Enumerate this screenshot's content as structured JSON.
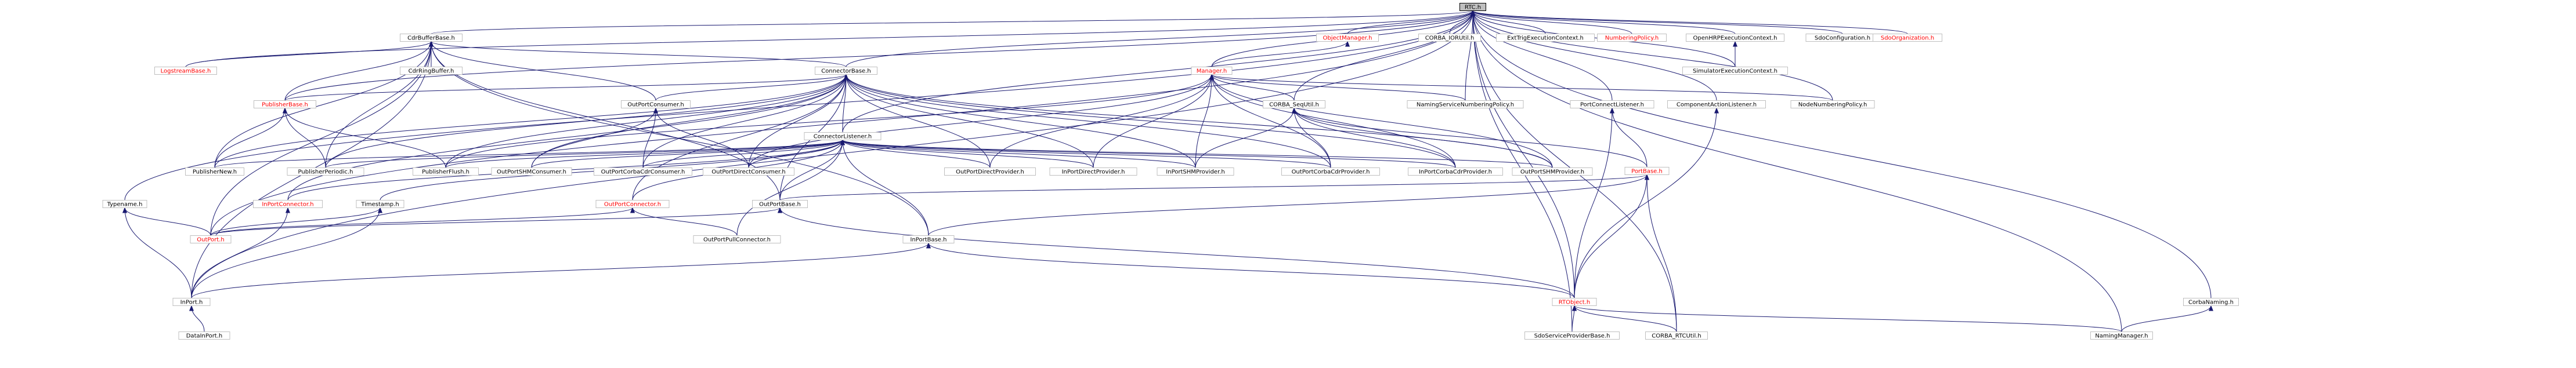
{
  "graph": {
    "colors": {
      "edge": "#191970",
      "current_fill": "#bfbfbf",
      "box_border": "#bfbfbf",
      "text": "#000000",
      "missing_text": "#ff0000"
    },
    "nodes": [
      {
        "id": "rtc",
        "label": "RTC.h",
        "current": true
      },
      {
        "id": "cdrbufferbase",
        "label": "CdrBufferBase.h"
      },
      {
        "id": "objectmanager",
        "label": "ObjectManager.h",
        "red": true
      },
      {
        "id": "corba_iorutil",
        "label": "CORBA_IORUtil.h"
      },
      {
        "id": "exttrig",
        "label": "ExtTrigExecutionContext.h"
      },
      {
        "id": "numberingpolicy",
        "label": "NumberingPolicy.h",
        "red": true
      },
      {
        "id": "openhrp",
        "label": "OpenHRPExecutionContext.h"
      },
      {
        "id": "sdoconfiguration",
        "label": "SdoConfiguration.h"
      },
      {
        "id": "sdoorganization",
        "label": "SdoOrganization.h",
        "red": true
      },
      {
        "id": "logstreambase",
        "label": "LogstreamBase.h",
        "red": true
      },
      {
        "id": "cdrringbuffer",
        "label": "CdrRingBuffer.h"
      },
      {
        "id": "connectorbase",
        "label": "ConnectorBase.h"
      },
      {
        "id": "manager",
        "label": "Manager.h",
        "red": true
      },
      {
        "id": "simulator",
        "label": "SimulatorExecutionContext.h"
      },
      {
        "id": "publisherbase",
        "label": "PublisherBase.h",
        "red": true
      },
      {
        "id": "outportconsumer",
        "label": "OutPortConsumer.h"
      },
      {
        "id": "corba_sequtil",
        "label": "CORBA_SeqUtil.h"
      },
      {
        "id": "namingservice",
        "label": "NamingServiceNumberingPolicy.h"
      },
      {
        "id": "portconnectlistener",
        "label": "PortConnectListener.h"
      },
      {
        "id": "componentaction",
        "label": "ComponentActionListener.h"
      },
      {
        "id": "nodenumbering",
        "label": "NodeNumberingPolicy.h"
      },
      {
        "id": "connectorlistener",
        "label": "ConnectorListener.h"
      },
      {
        "id": "publishernew",
        "label": "PublisherNew.h"
      },
      {
        "id": "publisherperiodic",
        "label": "PublisherPeriodic.h"
      },
      {
        "id": "publisherflush",
        "label": "PublisherFlush.h"
      },
      {
        "id": "outportshmconsumer",
        "label": "OutPortSHMConsumer.h"
      },
      {
        "id": "outportcorbacdrconsumer",
        "label": "OutPortCorbaCdrConsumer.h"
      },
      {
        "id": "outportdirectconsumer",
        "label": "OutPortDirectConsumer.h"
      },
      {
        "id": "outportdirectprovider",
        "label": "OutPortDirectProvider.h"
      },
      {
        "id": "inportdirectprovider",
        "label": "InPortDirectProvider.h"
      },
      {
        "id": "inportshmprovider",
        "label": "InPortSHMProvider.h"
      },
      {
        "id": "outportcorbacdrprovider",
        "label": "OutPortCorbaCdrProvider.h"
      },
      {
        "id": "inportcorbacdrprovider",
        "label": "InPortCorbaCdrProvider.h"
      },
      {
        "id": "outportshmprovider",
        "label": "OutPortSHMProvider.h"
      },
      {
        "id": "portbase",
        "label": "PortBase.h",
        "red": true
      },
      {
        "id": "typename",
        "label": "Typename.h"
      },
      {
        "id": "inportconnector",
        "label": "InPortConnector.h",
        "red": true
      },
      {
        "id": "timestamp",
        "label": "Timestamp.h"
      },
      {
        "id": "outportconnector",
        "label": "OutPortConnector.h",
        "red": true
      },
      {
        "id": "outportbase",
        "label": "OutPortBase.h"
      },
      {
        "id": "outport",
        "label": "OutPort.h",
        "red": true
      },
      {
        "id": "outportpullconnector",
        "label": "OutPortPullConnector.h"
      },
      {
        "id": "inportbase",
        "label": "InPortBase.h"
      },
      {
        "id": "inport",
        "label": "InPort.h"
      },
      {
        "id": "rtobject",
        "label": "RTObject.h",
        "red": true
      },
      {
        "id": "corbanaming",
        "label": "CorbaNaming.h"
      },
      {
        "id": "datainport",
        "label": "DataInPort.h"
      },
      {
        "id": "sdoserviceproviderbase",
        "label": "SdoServiceProviderBase.h"
      },
      {
        "id": "corba_rtcutil",
        "label": "CORBA_RTCUtil.h"
      },
      {
        "id": "namingmanager",
        "label": "NamingManager.h"
      }
    ],
    "edges": [
      [
        "rtc",
        "cdrbufferbase"
      ],
      [
        "rtc",
        "objectmanager"
      ],
      [
        "rtc",
        "corba_iorutil"
      ],
      [
        "rtc",
        "exttrig"
      ],
      [
        "rtc",
        "numberingpolicy"
      ],
      [
        "rtc",
        "openhrp"
      ],
      [
        "rtc",
        "sdoconfiguration"
      ],
      [
        "rtc",
        "sdoorganization"
      ],
      [
        "rtc",
        "logstreambase"
      ],
      [
        "rtc",
        "connectorbase"
      ],
      [
        "rtc",
        "manager"
      ],
      [
        "rtc",
        "simulator"
      ],
      [
        "rtc",
        "publisherbase"
      ],
      [
        "rtc",
        "corba_sequtil"
      ],
      [
        "rtc",
        "namingservice"
      ],
      [
        "rtc",
        "portconnectlistener"
      ],
      [
        "rtc",
        "componentaction"
      ],
      [
        "rtc",
        "nodenumbering"
      ],
      [
        "rtc",
        "connectorlistener"
      ],
      [
        "rtc",
        "typename"
      ],
      [
        "rtc",
        "inport"
      ],
      [
        "rtc",
        "rtobject"
      ],
      [
        "rtc",
        "corbanaming"
      ],
      [
        "rtc",
        "corba_rtcutil"
      ],
      [
        "rtc",
        "namingmanager"
      ],
      [
        "rtc",
        "outport"
      ],
      [
        "rtc",
        "sdoserviceproviderbase"
      ],
      [
        "cdrbufferbase",
        "logstreambase"
      ],
      [
        "cdrbufferbase",
        "cdrringbuffer"
      ],
      [
        "cdrbufferbase",
        "connectorbase"
      ],
      [
        "cdrbufferbase",
        "publisherbase"
      ],
      [
        "cdrbufferbase",
        "outportconsumer"
      ],
      [
        "cdrbufferbase",
        "outportbase"
      ],
      [
        "cdrbufferbase",
        "inportbase"
      ],
      [
        "cdrbufferbase",
        "publishernew"
      ],
      [
        "cdrbufferbase",
        "publisherperiodic"
      ],
      [
        "cdrbufferbase",
        "outport"
      ],
      [
        "cdrbufferbase",
        "inport"
      ],
      [
        "objectmanager",
        "manager"
      ],
      [
        "openhrp",
        "simulator"
      ],
      [
        "connectorbase",
        "publisherbase"
      ],
      [
        "connectorbase",
        "outportconsumer"
      ],
      [
        "connectorbase",
        "connectorlistener"
      ],
      [
        "connectorbase",
        "publishernew"
      ],
      [
        "connectorbase",
        "publisherperiodic"
      ],
      [
        "connectorbase",
        "publisherflush"
      ],
      [
        "connectorbase",
        "outportshmconsumer"
      ],
      [
        "connectorbase",
        "outportcorbacdrconsumer"
      ],
      [
        "connectorbase",
        "outportdirectconsumer"
      ],
      [
        "connectorbase",
        "outportdirectprovider"
      ],
      [
        "connectorbase",
        "inportdirectprovider"
      ],
      [
        "connectorbase",
        "inportshmprovider"
      ],
      [
        "connectorbase",
        "outportcorbacdrprovider"
      ],
      [
        "connectorbase",
        "inportcorbacdrprovider"
      ],
      [
        "connectorbase",
        "outportshmprovider"
      ],
      [
        "connectorbase",
        "inportconnector"
      ],
      [
        "connectorbase",
        "outportconnector"
      ],
      [
        "connectorbase",
        "outportbase"
      ],
      [
        "manager",
        "corba_sequtil"
      ],
      [
        "manager",
        "namingservice"
      ],
      [
        "manager",
        "nodenumbering"
      ],
      [
        "manager",
        "outportdirectconsumer"
      ],
      [
        "manager",
        "outportdirectprovider"
      ],
      [
        "manager",
        "inportdirectprovider"
      ],
      [
        "manager",
        "inportshmprovider"
      ],
      [
        "manager",
        "outportcorbacdrprovider"
      ],
      [
        "manager",
        "inportcorbacdrprovider"
      ],
      [
        "manager",
        "outportshmprovider"
      ],
      [
        "manager",
        "publisherflush"
      ],
      [
        "publisherbase",
        "publishernew"
      ],
      [
        "publisherbase",
        "publisherperiodic"
      ],
      [
        "publisherbase",
        "publisherflush"
      ],
      [
        "outportconsumer",
        "outportshmconsumer"
      ],
      [
        "outportconsumer",
        "outportcorbacdrconsumer"
      ],
      [
        "outportconsumer",
        "outportdirectconsumer"
      ],
      [
        "corba_sequtil",
        "inportshmprovider"
      ],
      [
        "corba_sequtil",
        "outportcorbacdrprovider"
      ],
      [
        "corba_sequtil",
        "inportcorbacdrprovider"
      ],
      [
        "corba_sequtil",
        "outportshmprovider"
      ],
      [
        "corba_sequtil",
        "portbase"
      ],
      [
        "portconnectlistener",
        "portbase"
      ],
      [
        "portconnectlistener",
        "rtobject"
      ],
      [
        "componentaction",
        "rtobject"
      ],
      [
        "connectorlistener",
        "publishernew"
      ],
      [
        "connectorlistener",
        "publisherperiodic"
      ],
      [
        "connectorlistener",
        "publisherflush"
      ],
      [
        "connectorlistener",
        "outportshmconsumer"
      ],
      [
        "connectorlistener",
        "outportcorbacdrconsumer"
      ],
      [
        "connectorlistener",
        "outportdirectconsumer"
      ],
      [
        "connectorlistener",
        "outportdirectprovider"
      ],
      [
        "connectorlistener",
        "inportdirectprovider"
      ],
      [
        "connectorlistener",
        "inportshmprovider"
      ],
      [
        "connectorlistener",
        "outportcorbacdrprovider"
      ],
      [
        "connectorlistener",
        "inportcorbacdrprovider"
      ],
      [
        "connectorlistener",
        "outportshmprovider"
      ],
      [
        "connectorlistener",
        "inportconnector"
      ],
      [
        "connectorlistener",
        "outportconnector"
      ],
      [
        "connectorlistener",
        "outportbase"
      ],
      [
        "connectorlistener",
        "outportpullconnector"
      ],
      [
        "connectorlistener",
        "inportbase"
      ],
      [
        "connectorlistener",
        "timestamp"
      ],
      [
        "portbase",
        "outportbase"
      ],
      [
        "portbase",
        "inportbase"
      ],
      [
        "portbase",
        "rtobject"
      ],
      [
        "portbase",
        "corba_rtcutil"
      ],
      [
        "typename",
        "outport"
      ],
      [
        "typename",
        "inport"
      ],
      [
        "inportconnector",
        "inport"
      ],
      [
        "timestamp",
        "outport"
      ],
      [
        "timestamp",
        "inport"
      ],
      [
        "outportconnector",
        "outportpullconnector"
      ],
      [
        "outportconnector",
        "outport"
      ],
      [
        "outportbase",
        "outport"
      ],
      [
        "outportbase",
        "rtobject"
      ],
      [
        "inportbase",
        "inport"
      ],
      [
        "inportbase",
        "rtobject"
      ],
      [
        "inport",
        "datainport"
      ],
      [
        "rtobject",
        "sdoserviceproviderbase"
      ],
      [
        "rtobject",
        "corba_rtcutil"
      ],
      [
        "rtobject",
        "namingmanager"
      ],
      [
        "corbanaming",
        "namingmanager"
      ]
    ]
  }
}
